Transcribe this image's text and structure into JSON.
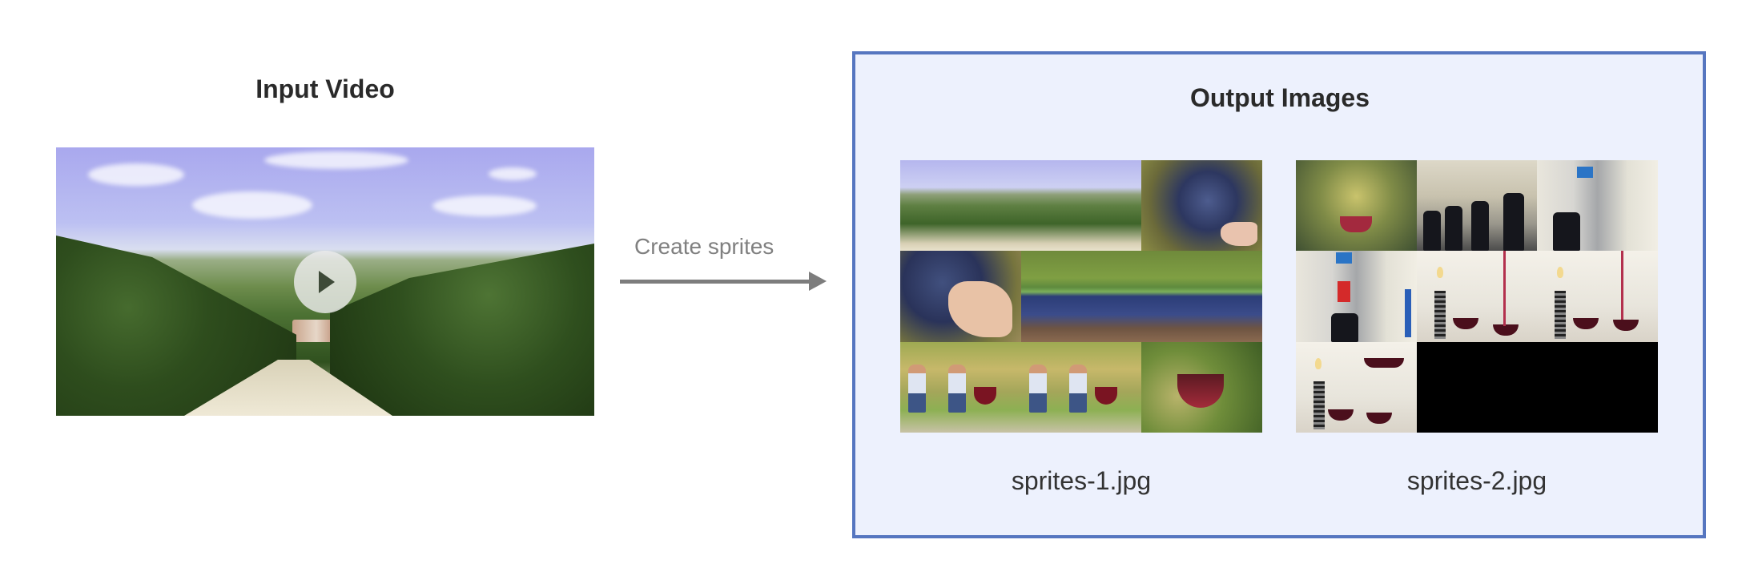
{
  "input": {
    "title": "Input Video",
    "video": {
      "description": "Vineyard landscape with rows of grapevines and rolling hills",
      "play_icon": "play-icon"
    }
  },
  "arrow": {
    "label": "Create sprites",
    "color": "#7d7d7d"
  },
  "output": {
    "title": "Output Images",
    "box_border_color": "#5676c0",
    "box_background": "#edf1fd",
    "sprites": [
      {
        "filename": "sprites-1.jpg",
        "grid": "3x3",
        "tiles": [
          "vineyard",
          "vineyard",
          "grapes-hand",
          "grapes-hand",
          "grape-bucket",
          "grape-bucket",
          "pouring-wine",
          "pouring-wine",
          "wine-glass"
        ]
      },
      {
        "filename": "sprites-2.jpg",
        "grid": "3x3",
        "tiles": [
          "wine-glass",
          "bottling-line",
          "bottling-machine",
          "bottling-machine",
          "decanting-wine",
          "decanting-wine",
          "decanting-wine",
          "empty",
          "empty"
        ]
      }
    ]
  }
}
